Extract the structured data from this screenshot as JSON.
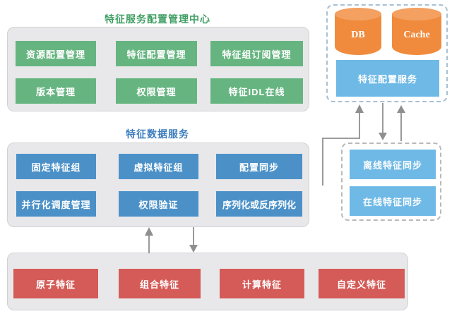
{
  "colors": {
    "green_node": "#66b580",
    "blue_node": "#4b91c8",
    "red_node": "#d45b57",
    "sky_node": "#6fb9e6",
    "orange_cylinder": "#f08b3d",
    "panel_bg": "#e8e8ea",
    "green_title": "#3f9e62",
    "blue_title": "#3c7dbd",
    "arrow": "#8f8f8f"
  },
  "config_center": {
    "title": "特征服务配置管理中心",
    "items": [
      "资源配置管理",
      "特征配置管理",
      "特征组订阅管理",
      "版本管理",
      "权限管理",
      "特征IDL在线"
    ]
  },
  "data_service": {
    "title": "特征数据服务",
    "items": [
      "固定特征组",
      "虚拟特征组",
      "配置同步",
      "并行化调度管理",
      "权限验证",
      "序列化或反序列化"
    ]
  },
  "feature_layer": {
    "items": [
      "原子特征",
      "组合特征",
      "计算特征",
      "自定义特征"
    ]
  },
  "config_service_panel": {
    "db_label": "DB",
    "cache_label": "Cache",
    "service_label": "特征配置服务"
  },
  "sync_panel": {
    "items": [
      "离线特征同步",
      "在线特征同步"
    ]
  }
}
